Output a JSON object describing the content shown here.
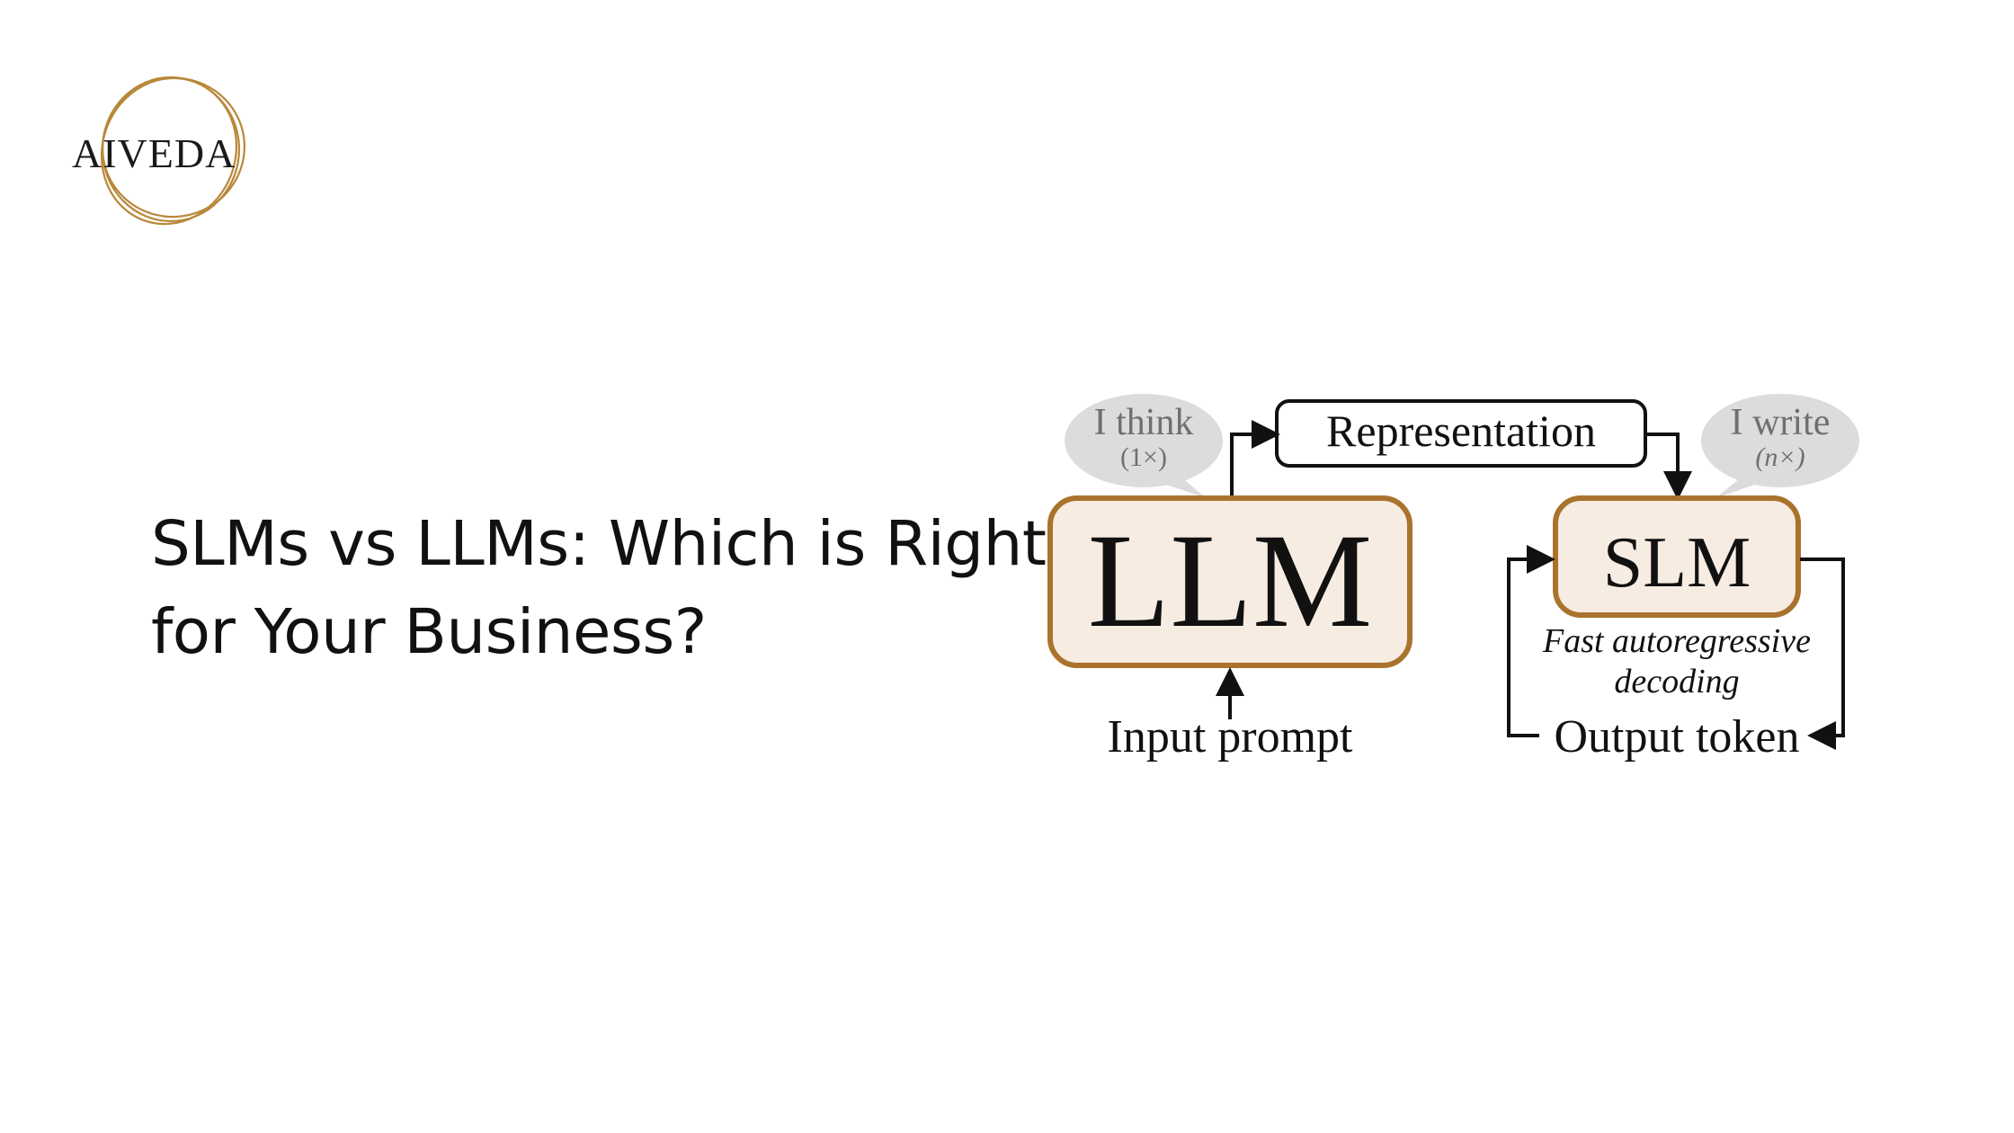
{
  "logo": {
    "text": "AIVEDA",
    "ring_color": "#b8883a"
  },
  "headline": {
    "line1": "SLMs vs LLMs: Which is Right",
    "line2": "for Your Business?"
  },
  "diagram": {
    "llm": {
      "label": "LLM",
      "thought_main": "I think",
      "thought_sub": "(1×)",
      "input_label": "Input prompt"
    },
    "representation_label": "Representation",
    "slm": {
      "label": "SLM",
      "thought_main": "I write",
      "thought_sub": "(n×)",
      "caption_line1": "Fast autoregressive",
      "caption_line2": "decoding",
      "output_label": "Output token"
    },
    "colors": {
      "box_border": "#a9732d",
      "box_fill": "#f6ece2",
      "bubble_fill": "#dcdcdc",
      "bubble_text": "#6f6f6f"
    }
  }
}
